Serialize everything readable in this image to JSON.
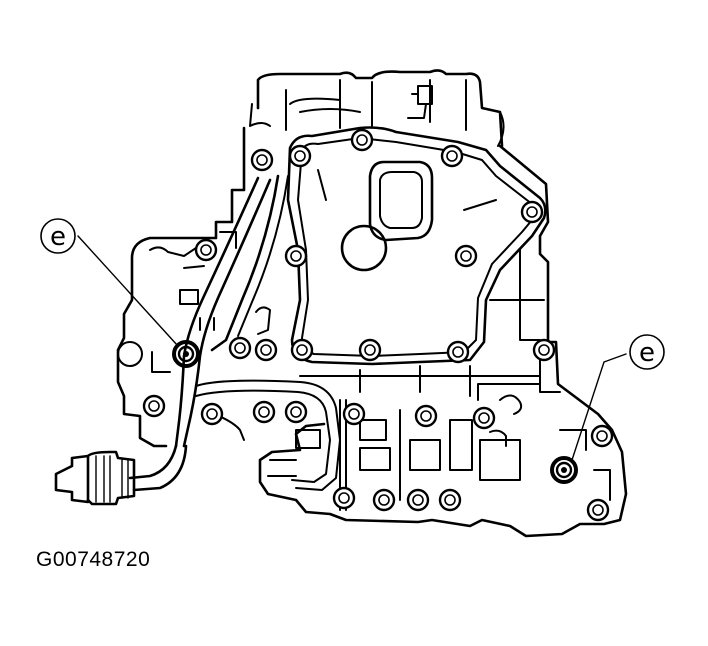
{
  "figure": {
    "caption": "G00748720",
    "callouts": [
      {
        "id": "left",
        "label": "e"
      },
      {
        "id": "right",
        "label": "e"
      }
    ]
  },
  "colors": {
    "line": "#000000",
    "background": "#ffffff"
  }
}
